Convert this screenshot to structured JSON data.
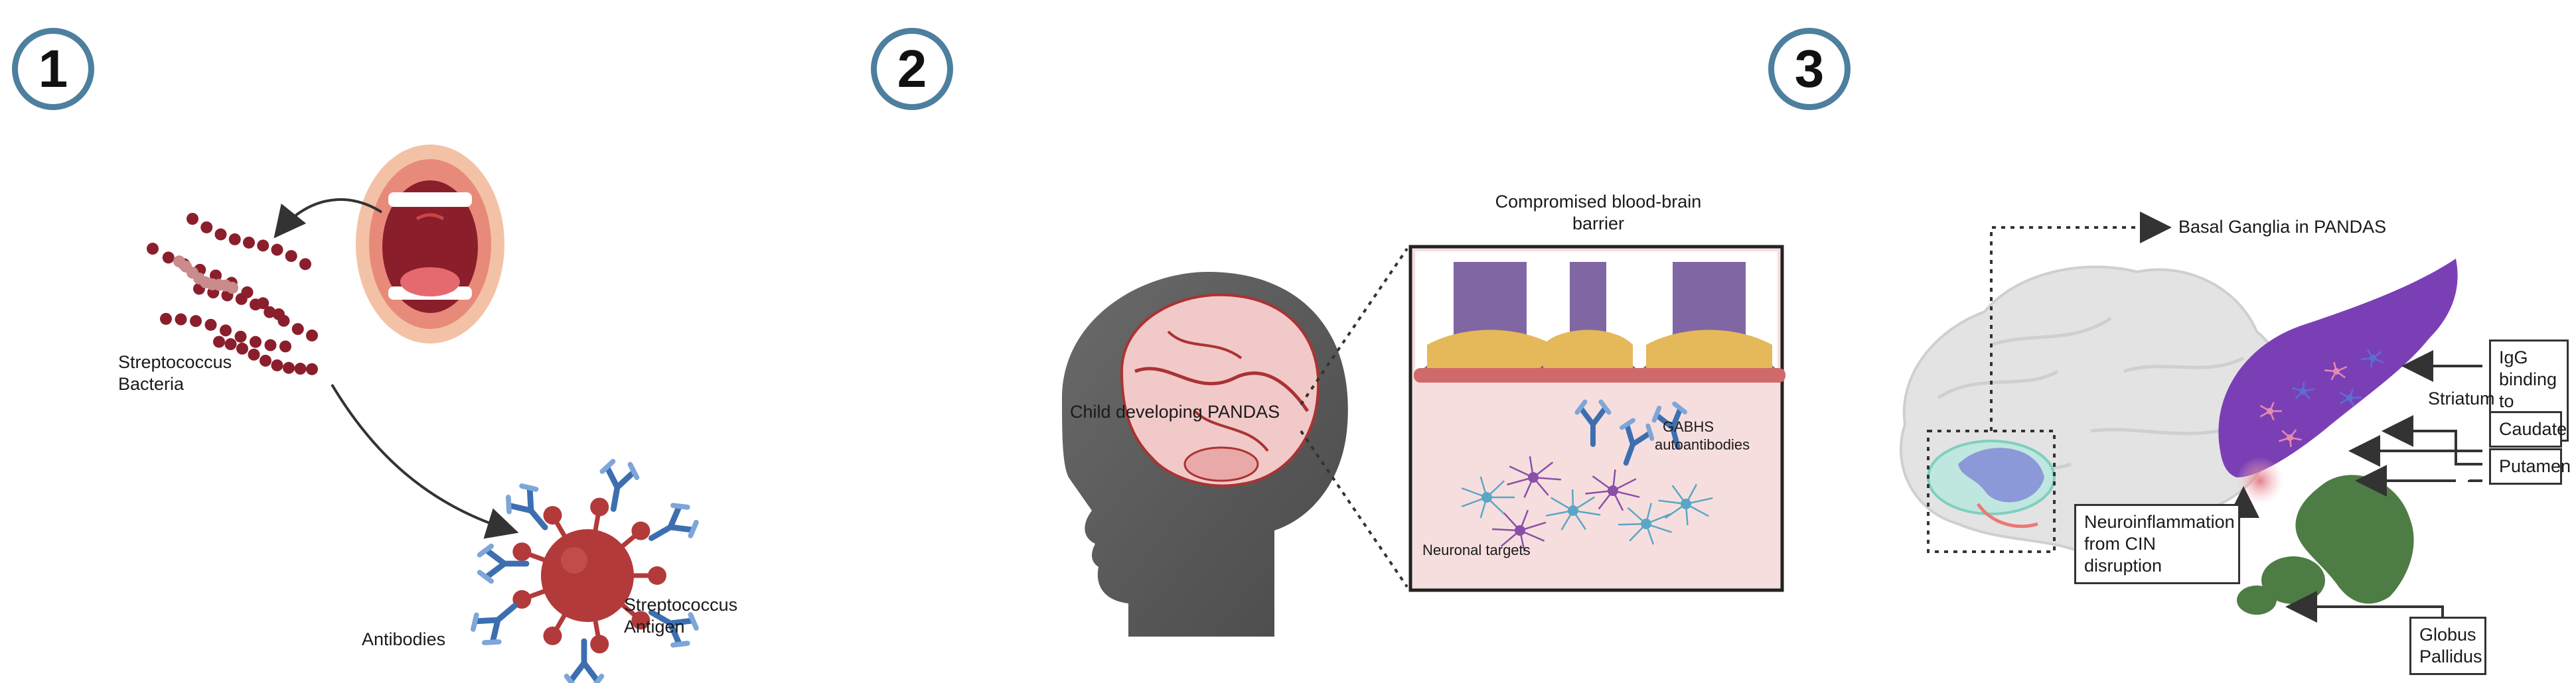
{
  "steps": [
    "1",
    "2",
    "3"
  ],
  "panel1": {
    "bacteria_label_line1": "Streptococcus",
    "bacteria_label_line2": "Bacteria",
    "antibodies_label": "Antibodies",
    "antigen_label_line1": "Streptococcus",
    "antigen_label_line2": "Antigen"
  },
  "panel2": {
    "child_label": "Child developing PANDAS",
    "bbb_title_line1": "Compromised blood-brain",
    "bbb_title_line2": "barrier",
    "gabhs_line1": "GABHS",
    "gabhs_line2": "autoantibodies",
    "neuronal_label": "Neuronal targets"
  },
  "panel3": {
    "basal_label": "Basal Ganglia in PANDAS",
    "igg_line1": "IgG binding",
    "igg_line2": "to CINs",
    "striatum_label": "Striatum",
    "caudate_label": "Caudate",
    "putamen_label": "Putamen",
    "neuro_line1": "Neuroinflammation",
    "neuro_line2": "from CIN disruption",
    "globus_line1": "Globus",
    "globus_line2": "Pallidus"
  },
  "colors": {
    "step_ring": "#4d7f9e",
    "bacteria": "#8b1e2c",
    "antibody": "#3d6fb0",
    "antigen": "#b33a3a",
    "brain_fill": "#f2c9c9",
    "tissue_bg": "#f7dede",
    "vessel": "#6a4c93",
    "striatum": "#7b3fb5",
    "globus": "#4e7c45"
  }
}
